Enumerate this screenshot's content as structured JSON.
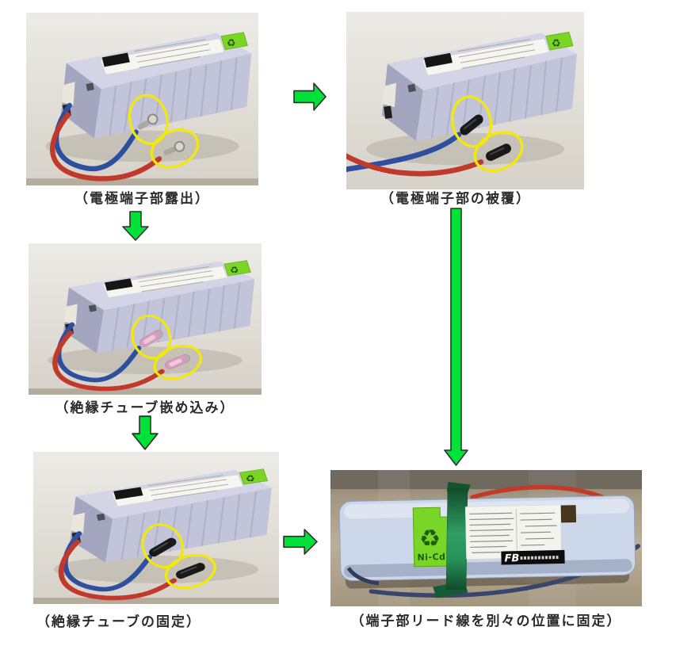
{
  "figure": {
    "captions": [
      "（電極端子部露出）",
      "（電極端子部の被覆）",
      "（絶縁チューブ嵌め込み）",
      "（絶縁チューブの固定）",
      "（端子部リード線を別々の位置に固定）"
    ],
    "battery_labels": {
      "nicd": "Ni-Cd",
      "fb_logo": "FB"
    },
    "icons": {
      "recycle": "♻"
    },
    "colors": {
      "arrow_green": "#00e139",
      "arrow_outline": "#2f2f2f",
      "highlight_yellow": "#f2e80a",
      "battery_lavender": "#c2c4da",
      "wire_red": "#c0392b",
      "wire_blue": "#2d4f9e",
      "nicd_label_green": "#79d626",
      "caption_text": "#2b2b2b",
      "page_background": "#ffffff"
    }
  }
}
